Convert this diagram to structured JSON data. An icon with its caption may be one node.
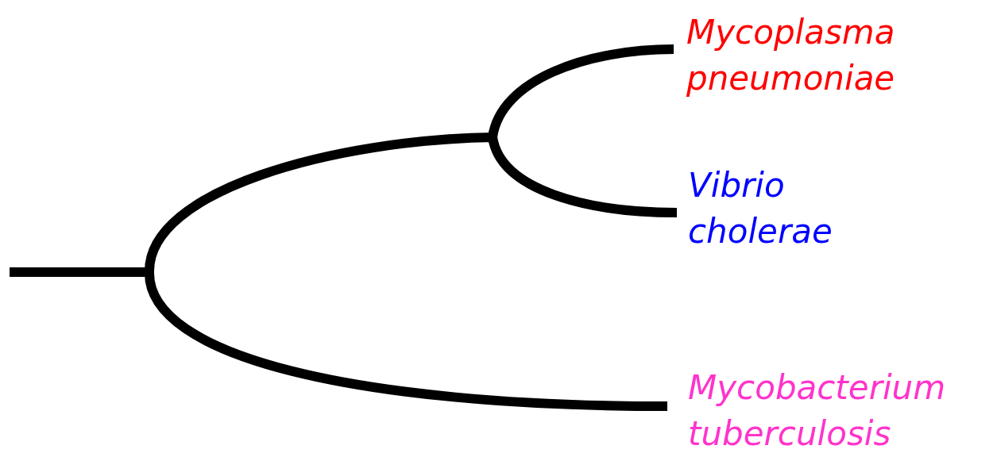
{
  "diagram": {
    "nodes": [
      {
        "text": [
          "Mycoplasma pneumoniae"
        ]
      },
      {
        "text": [
          "Vibrio cholerae"
        ]
      },
      {
        "text": [
          "Mycobacterium tuberculosis"
        ]
      }
    ]
  }
}
